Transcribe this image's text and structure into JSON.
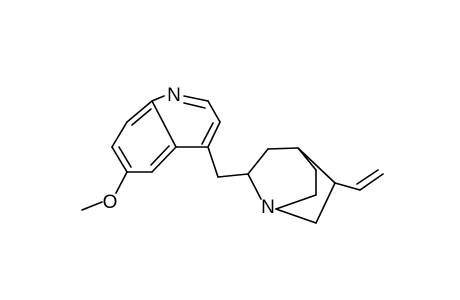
{
  "molecule": {
    "atom_labels": {
      "quinoline_nitrogen": "N",
      "methoxy_oxygen": "O",
      "bicyclic_nitrogen": "N"
    }
  },
  "colors": {
    "background": "#ffffff",
    "bond": "#000000",
    "label": "#000000"
  }
}
